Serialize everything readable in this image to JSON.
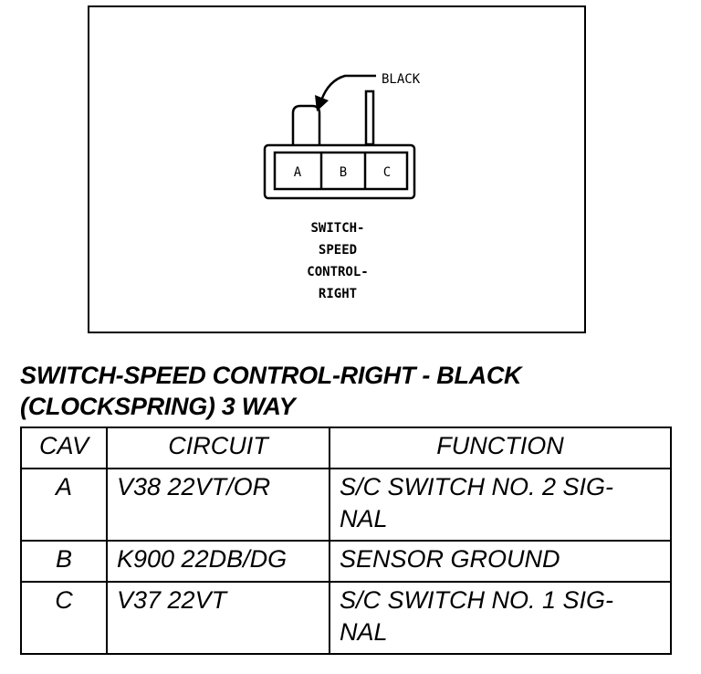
{
  "diagram": {
    "wire_label": "BLACK",
    "pins": [
      "A",
      "B",
      "C"
    ],
    "caption_lines": [
      "SWITCH-",
      "SPEED",
      "CONTROL-",
      "RIGHT"
    ]
  },
  "title_lines": [
    "SWITCH-SPEED CONTROL-RIGHT - BLACK",
    "(CLOCKSPRING) 3 WAY"
  ],
  "table": {
    "headers": [
      "CAV",
      "CIRCUIT",
      "FUNCTION"
    ],
    "rows": [
      {
        "cav": "A",
        "circuit": "V38 22VT/OR",
        "function_lines": [
          "S/C SWITCH NO. 2 SIG-",
          "NAL"
        ]
      },
      {
        "cav": "B",
        "circuit": "K900 22DB/DG",
        "function_lines": [
          "SENSOR GROUND"
        ]
      },
      {
        "cav": "C",
        "circuit": "V37 22VT",
        "function_lines": [
          "S/C SWITCH NO. 1 SIG-",
          "NAL"
        ]
      }
    ]
  }
}
